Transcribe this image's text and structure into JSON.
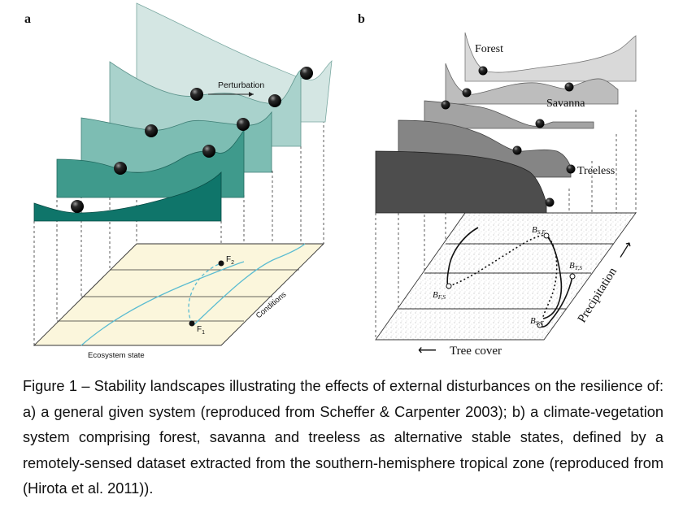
{
  "panel_a": {
    "label": "a",
    "perturbation_label": "Perturbation",
    "conditions_label": "Conditions",
    "ecosystem_state_label": "Ecosystem state",
    "f1_label": "F",
    "f1_sub": "1",
    "f2_label": "F",
    "f2_sub": "2",
    "colors": {
      "back": "#d4e6e3",
      "layer2": "#a9d2cc",
      "layer3": "#7dbdb3",
      "layer4": "#3f9a8c",
      "front": "#0f756a",
      "plane": "#fbf6dc",
      "curve": "#5bbcd1"
    }
  },
  "panel_b": {
    "label": "b",
    "forest_label": "Forest",
    "savanna_label": "Savanna",
    "treeless_label": "Treeless",
    "tree_cover_label": "Tree cover",
    "precipitation_label": "Precipitation",
    "arrow_left": "⟵",
    "arrow_right": "⟶",
    "bsf_main": "B",
    "bsf_sub": "S,F",
    "bts_main": "B",
    "bts_sub": "T,S",
    "bfs_main": "B",
    "bfs_sub": "F,S",
    "bst_main": "B",
    "bst_sub": "S,T",
    "colors": {
      "back": "#d9d9d9",
      "layer2": "#bdbdbd",
      "layer3": "#a3a3a3",
      "layer4": "#858585",
      "front": "#4d4d4d"
    }
  },
  "caption": "Figure 1 – Stability landscapes illustrating the effects of external disturbances on the resilience of: a) a general given system (reproduced from Scheffer & Carpenter 2003); b) a climate-vegetation system comprising forest, savanna and treeless as alternative stable states, defined by a remotely-sensed dataset extracted from the southern-hemisphere tropical zone (reproduced from (Hirota et al. 2011))."
}
